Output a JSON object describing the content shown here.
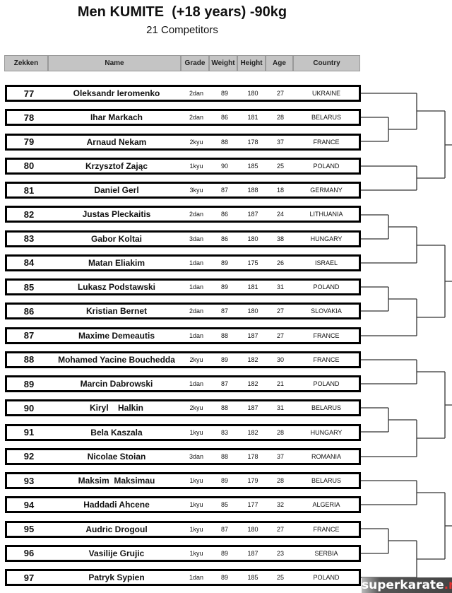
{
  "title": "Men KUMITE  (+18 years) -90kg",
  "subtitle": "21 Competitors",
  "headers": [
    "Zekken",
    "Name",
    "Grade",
    "Weight",
    "Height",
    "Age",
    "Country"
  ],
  "competitors": [
    [
      "77",
      "Oleksandr Ieromenko",
      "2dan",
      "89",
      "180",
      "27",
      "UKRAINE"
    ],
    [
      "78",
      "Ihar Markach",
      "2dan",
      "86",
      "181",
      "28",
      "BELARUS"
    ],
    [
      "79",
      "Arnaud Nekam",
      "2kyu",
      "88",
      "178",
      "37",
      "FRANCE"
    ],
    [
      "80",
      "Krzysztof Zając",
      "1kyu",
      "90",
      "185",
      "25",
      "POLAND"
    ],
    [
      "81",
      "Daniel Gerl",
      "3kyu",
      "87",
      "188",
      "18",
      "GERMANY"
    ],
    [
      "82",
      "Justas Pleckaitis",
      "2dan",
      "86",
      "187",
      "24",
      "LITHUANIA"
    ],
    [
      "83",
      "Gabor Koltai",
      "3dan",
      "86",
      "180",
      "38",
      "HUNGARY"
    ],
    [
      "84",
      "Matan Eliakim",
      "1dan",
      "89",
      "175",
      "26",
      "ISRAEL"
    ],
    [
      "85",
      "Lukasz Podstawski",
      "1dan",
      "89",
      "181",
      "31",
      "POLAND"
    ],
    [
      "86",
      "Kristian Bernet",
      "2dan",
      "87",
      "180",
      "27",
      "SLOVAKIA"
    ],
    [
      "87",
      "Maxime Demeautis",
      "1dan",
      "88",
      "187",
      "27",
      "FRANCE"
    ],
    [
      "88",
      "Mohamed Yacine Bouchedda",
      "2kyu",
      "89",
      "182",
      "30",
      "FRANCE"
    ],
    [
      "89",
      "Marcin Dabrowski",
      "1dan",
      "87",
      "182",
      "21",
      "POLAND"
    ],
    [
      "90",
      "Kiryl    Halkin",
      "2kyu",
      "88",
      "187",
      "31",
      "BELARUS"
    ],
    [
      "91",
      "Bela Kaszala",
      "1kyu",
      "83",
      "182",
      "28",
      "HUNGARY"
    ],
    [
      "92",
      "Nicolae Stoian",
      "3dan",
      "88",
      "178",
      "37",
      "ROMANIA"
    ],
    [
      "93",
      "Maksim  Maksimau",
      "1kyu",
      "89",
      "179",
      "28",
      "BELARUS"
    ],
    [
      "94",
      "Haddadi Ahcene",
      "1kyu",
      "85",
      "177",
      "32",
      "ALGERIA"
    ],
    [
      "95",
      "Audric Drogoul",
      "1kyu",
      "87",
      "180",
      "27",
      "FRANCE"
    ],
    [
      "96",
      "Vasilije Grujic",
      "1kyu",
      "89",
      "187",
      "23",
      "SERBIA"
    ],
    [
      "97",
      "Patryk Sypien",
      "1dan",
      "89",
      "185",
      "25",
      "POLAND"
    ]
  ],
  "watermark": {
    "main": "superkarate",
    "suffix": ".ru"
  }
}
